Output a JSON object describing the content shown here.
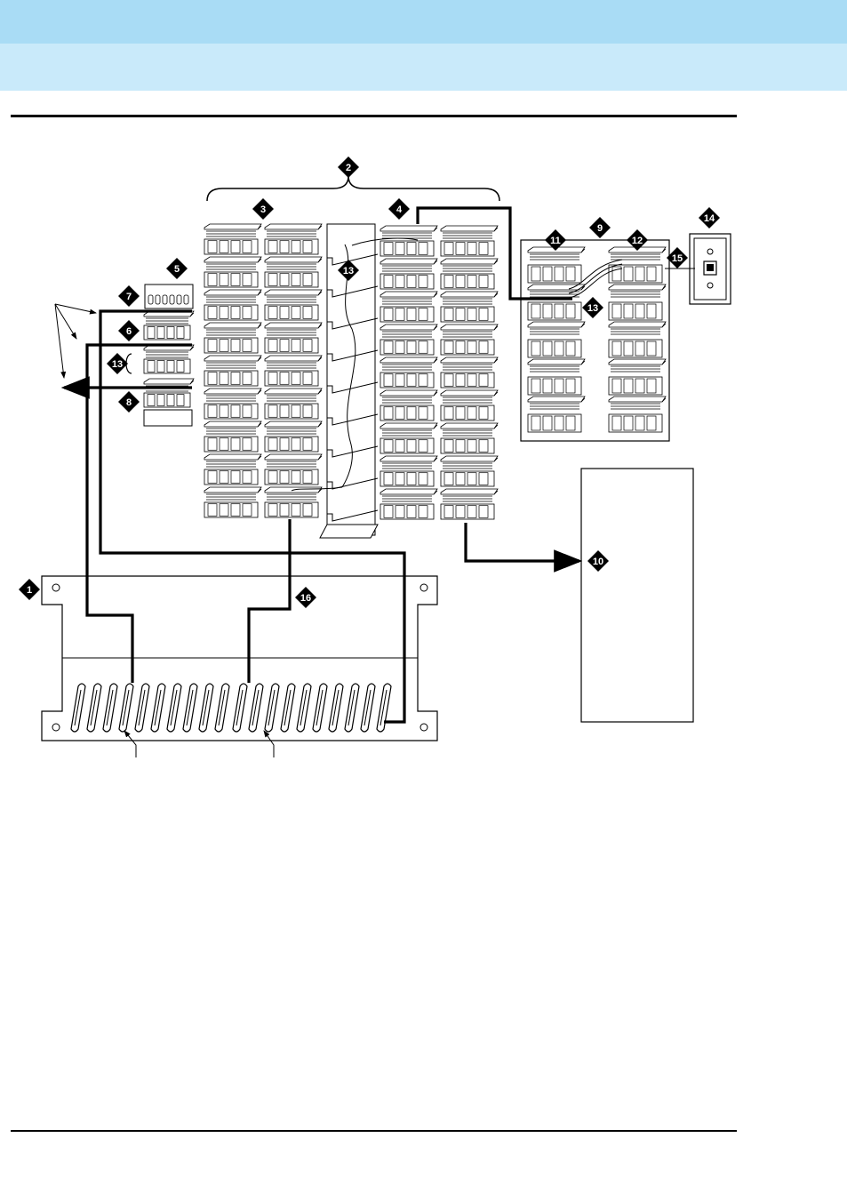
{
  "callouts": [
    {
      "label": "1"
    },
    {
      "label": "2"
    },
    {
      "label": "3"
    },
    {
      "label": "4"
    },
    {
      "label": "5"
    },
    {
      "label": "6"
    },
    {
      "label": "7"
    },
    {
      "label": "8"
    },
    {
      "label": "9"
    },
    {
      "label": "10"
    },
    {
      "label": "11"
    },
    {
      "label": "12"
    },
    {
      "label": "13"
    },
    {
      "label": "13"
    },
    {
      "label": "13"
    },
    {
      "label": "14"
    },
    {
      "label": "15"
    },
    {
      "label": "16"
    }
  ],
  "colors": {
    "header_band": "#a9dcf5",
    "header_sub_band": "#c9eafa",
    "line": "#000000",
    "callout_fill": "#000000",
    "callout_text": "#ffffff"
  }
}
